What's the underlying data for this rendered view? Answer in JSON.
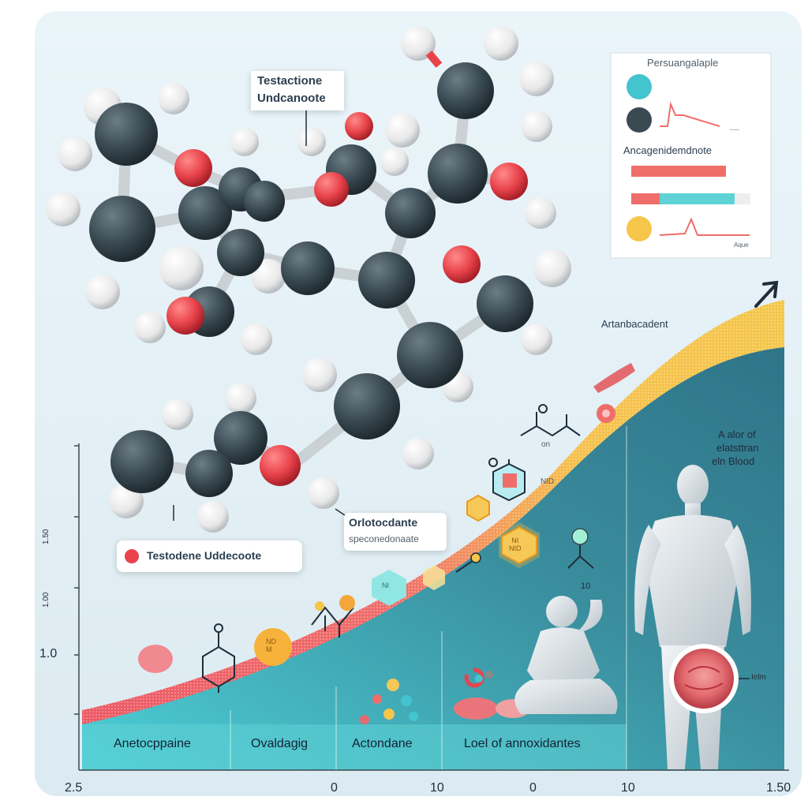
{
  "molecule_label": {
    "line1": "Testactione",
    "line2": "Undcanoote"
  },
  "legend_panel": {
    "title": "Persuangalaple",
    "small_caption": "——",
    "subtitle": "Ancagenidemdnote",
    "corner_label": "Aque"
  },
  "curve_label": "Artanbacadent",
  "body_caption": {
    "line1": "A alor of",
    "line2": "elatsttran",
    "line3": "eln Blood"
  },
  "teardrop_label": "Testodene Uddecoote",
  "middle_label": {
    "line1": "Orlotocdante",
    "line2": "speconedonaate"
  },
  "hexagon_labels": {
    "big": "NI\nNID",
    "small": "NI",
    "orange_circle": "ND\nM"
  },
  "zone_labels": [
    "Anetocppaine",
    "Ovaldagig",
    "Actondane",
    "Loel of annoxidantes"
  ],
  "x_axis_ticks": [
    "2.5",
    "0",
    "10",
    "0",
    "10",
    "1.50"
  ],
  "y_axis_ticks": [
    "1.0",
    "1.50",
    "1.00"
  ],
  "small_texts": {
    "side_num": "10",
    "heart_tag": "Ielm",
    "sm_label_1": "on",
    "sm_label_2": "NID"
  },
  "colors": {
    "carbon": "#3a4a52",
    "oxygen": "#e8434b",
    "hydrogen": "#eeeeee",
    "teal": "#44c4cf",
    "red_band": "#e9495b",
    "yellow_band": "#f4c64a",
    "background": "#e6f2f8"
  }
}
